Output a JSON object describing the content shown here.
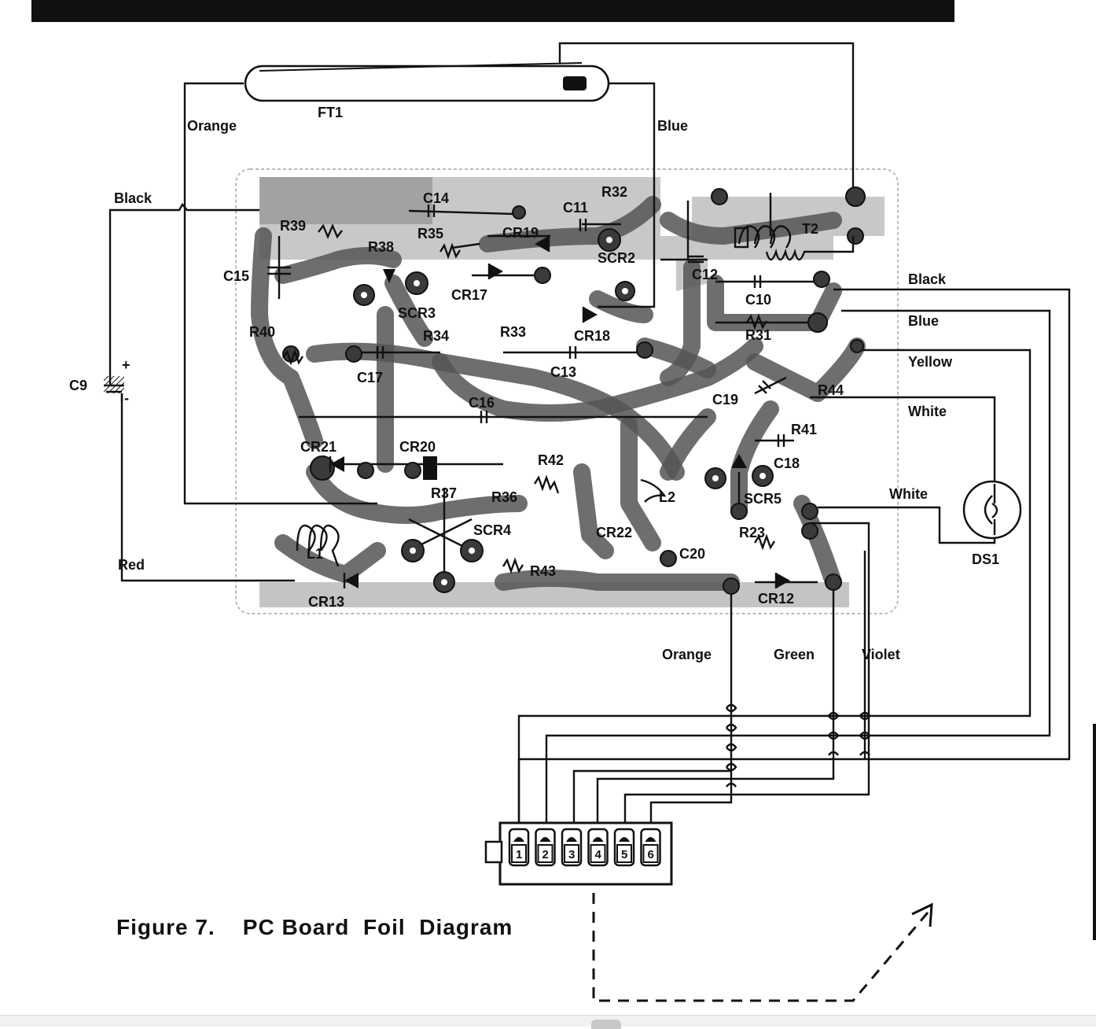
{
  "caption": "Figure 7.    PC Board  Foil  Diagram",
  "components": {
    "FT1": "FT1",
    "C14": "C14",
    "R32": "R32",
    "C11": "C11",
    "T2": "T2",
    "R39": "R39",
    "R35": "R35",
    "CR19": "CR19",
    "R38": "R38",
    "SCR2": "SCR2",
    "C15": "C15",
    "C12": "C12",
    "CR17": "CR17",
    "C10": "C10",
    "SCR3": "SCR3",
    "R40": "R40",
    "R33": "R33",
    "R34": "R34",
    "CR18": "CR18",
    "R31": "R31",
    "C13": "C13",
    "C17": "C17",
    "R44": "R44",
    "C19": "C19",
    "C16": "C16",
    "R41": "R41",
    "CR21": "CR21",
    "CR20": "CR20",
    "R42": "R42",
    "C18": "C18",
    "R37": "R37",
    "R36": "R36",
    "L2": "L2",
    "SCR5": "SCR5",
    "SCR4": "SCR4",
    "L1": "L1",
    "CR22": "CR22",
    "R23": "R23",
    "C20": "C20",
    "R43": "R43",
    "CR13": "CR13",
    "CR12": "CR12",
    "DS1": "DS1",
    "C9": "C9"
  },
  "polarity": {
    "plus": "+",
    "minus": "-"
  },
  "wires": {
    "orange_top": "Orange",
    "blue_top": "Blue",
    "black_left": "Black",
    "red_left": "Red",
    "black_right": "Black",
    "blue_right": "Blue",
    "yellow_right": "Yellow",
    "white_right1": "White",
    "white_right2": "White",
    "orange_bottom": "Orange",
    "green_bottom": "Green",
    "violet_bottom": "Violet"
  },
  "connector_pins": [
    "1",
    "2",
    "3",
    "4",
    "5",
    "6"
  ]
}
